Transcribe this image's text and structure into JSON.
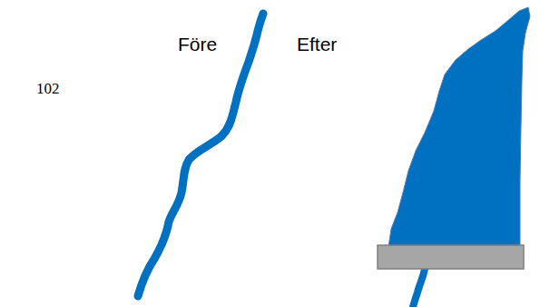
{
  "diagram": {
    "labels": [
      "Före",
      "Efter",
      "102"
    ]
  }
}
